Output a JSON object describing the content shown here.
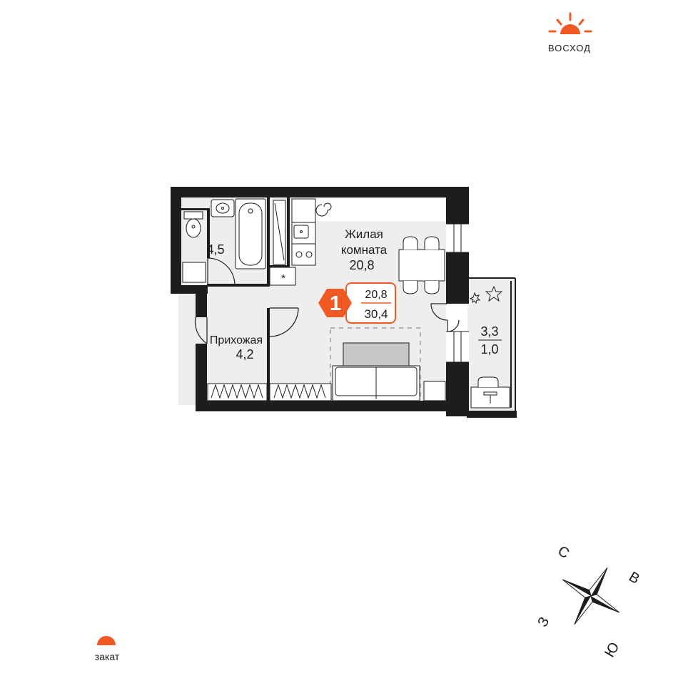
{
  "sunrise": {
    "label": "ВОСХОД",
    "color": "#f05a22"
  },
  "sunset": {
    "label": "закат",
    "color": "#f05a22"
  },
  "rooms": {
    "bathroom": {
      "area": "4,5"
    },
    "living": {
      "name_line1": "Жилая",
      "name_line2": "комната",
      "area": "20,8"
    },
    "hallway": {
      "name": "Прихожая",
      "area": "4,2"
    },
    "balcony": {
      "area": "3,3",
      "area_reduced": "1,0"
    }
  },
  "badge": {
    "rooms_count": "1",
    "living_area": "20,8",
    "total_area": "30,4",
    "color": "#f05a22"
  },
  "compass": {
    "north": "С",
    "east": "В",
    "south": "Ю",
    "west": "З"
  },
  "colors": {
    "wall": "#1d1d1b",
    "floor": "#eeeeee",
    "accent": "#f05a22"
  },
  "icons": [
    "sun-icon",
    "compass-rose-icon",
    "toilet-icon",
    "sink-icon",
    "bathtub-icon",
    "stove-icon",
    "dining-table-icon",
    "sofa-icon",
    "plant-icon",
    "desk-icon"
  ]
}
